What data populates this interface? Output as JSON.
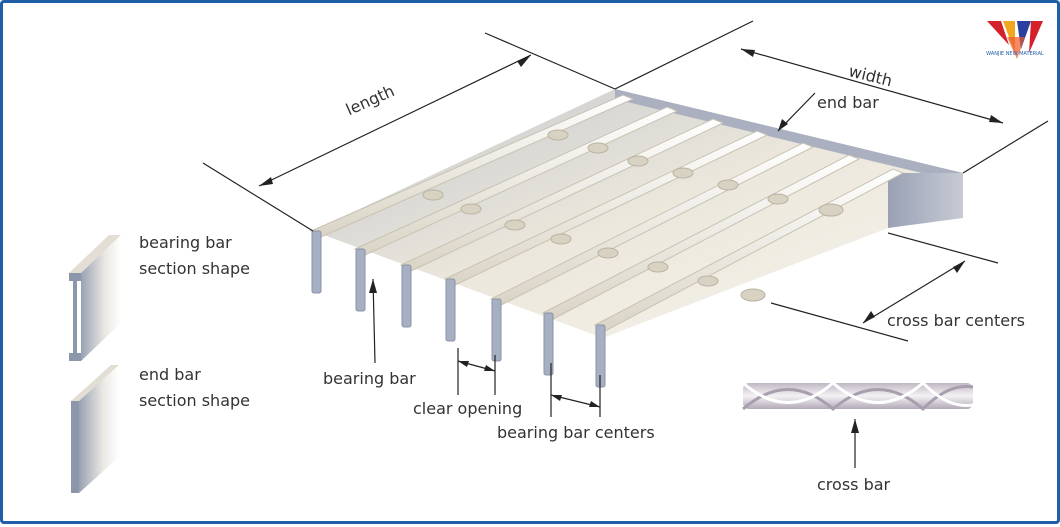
{
  "labels": {
    "length": "length",
    "width": "width",
    "end_bar": "end bar",
    "bearing_bar_section_1": "bearing bar",
    "bearing_bar_section_2": "section shape",
    "end_bar_section_1": "end bar",
    "end_bar_section_2": "section shape",
    "bearing_bar": "bearing bar",
    "clear_opening": "clear opening",
    "bearing_bar_centers": "bearing bar centers",
    "cross_bar_centers": "cross bar centers",
    "cross_bar": "cross bar"
  },
  "logo": {
    "text": "WANJIE NEW MATERIAL"
  },
  "colors": {
    "frame": "#1f5fa8",
    "bar_light": "#f4f2ec",
    "bar_shadow": "#c9c4b4",
    "end_bar": "#8f96a8",
    "text": "#333333"
  }
}
